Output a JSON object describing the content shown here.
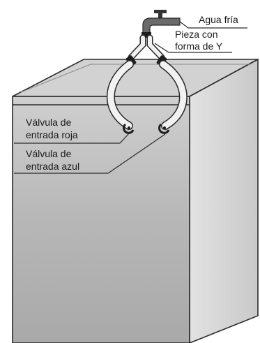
{
  "labels": {
    "cold_water": "Agua fría",
    "y_piece_line1": "Pieza con",
    "y_piece_line2": "forma de Y",
    "red_valve_line1": "Válvula de",
    "red_valve_line2": "entrada roja",
    "blue_valve_line1": "Válvula de",
    "blue_valve_line2": "entrada azul"
  },
  "colors": {
    "cabinet_front": "#b9b9b9",
    "cabinet_side": "#d6d6d6",
    "cabinet_top": "#c8c8c8",
    "outline": "#2a2a2a",
    "hose": "#f2f2f2"
  }
}
